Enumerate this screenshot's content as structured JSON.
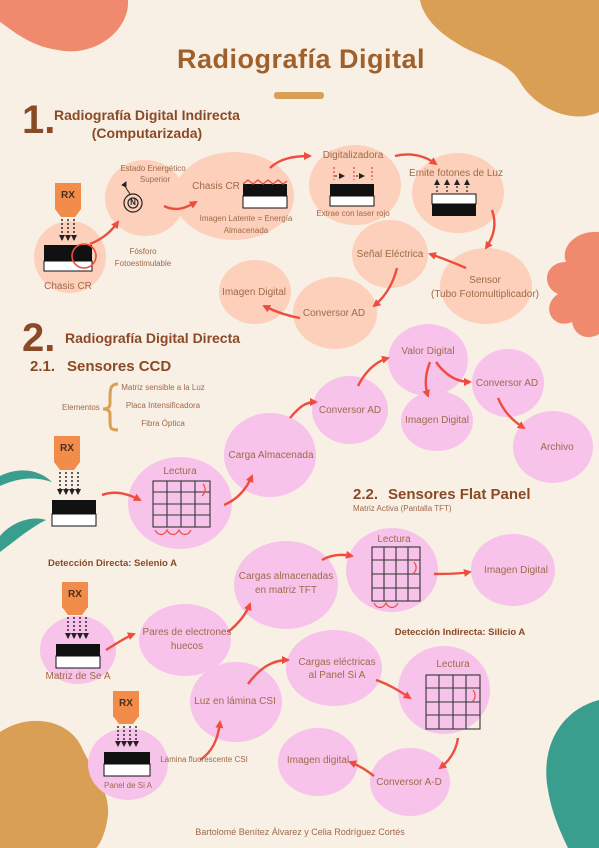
{
  "title": "Radiografía Digital",
  "section1": {
    "number": "1.",
    "heading_line1": "Radiografía Digital Indirecta",
    "heading_line2": "(Computarizada)",
    "rx": "RX",
    "chasis_cr_label": "Chasis CR",
    "estado_energetico": "Estado Energético",
    "superior": "Superior",
    "n_symbol": "N",
    "fosforo": "Fósforo",
    "fotoestimulable": "Fotoestimulable",
    "chasis_cr_node": "Chasis CR",
    "imagen_latente": "Imagen Latente = Energía",
    "almacenada": "Almacenada",
    "digitalizadora": "Digitalizadora",
    "extrae": "Extrae con laser rojo",
    "emite": "Emite fotones de Luz",
    "senal": "Señal Eléctrica",
    "sensor": "Sensor",
    "tubo": "(Tubo Fotomultiplicador)",
    "conversor": "Conversor AD",
    "imagen_digital": "Imagen Digital"
  },
  "section2": {
    "number": "2.",
    "heading": "Radiografía Digital Directa",
    "ccd": {
      "number": "2.1.",
      "heading": "Sensores CCD",
      "elementos": "Elementos",
      "items": [
        "Matriz sensible a la Luz",
        "Placa Intensificadora",
        "Fibra Óptica"
      ],
      "rx": "RX",
      "lectura": "Lectura",
      "carga": "Carga Almacenada",
      "conversor": "Conversor AD",
      "valor": "Valor Digital",
      "imagen": "Imagen Digital",
      "conversor2": "Conversor AD",
      "archivo": "Archivo"
    },
    "flat": {
      "number": "2.2.",
      "heading": "Sensores Flat Panel",
      "subtitle": "Matriz Activa (Pantalla TFT)",
      "deteccion_directa": "Detección Directa: Selenio A",
      "rx": "RX",
      "matriz_se": "Matriz de Se A",
      "pares_1": "Pares de electrones",
      "pares_2": "huecos",
      "cargas_1": "Cargas almacenadas",
      "cargas_2": "en matriz TFT",
      "lectura": "Lectura",
      "imagen": "Imagen Digital",
      "deteccion_indirecta": "Detección Indirecta: Silicio A",
      "rx2": "RX",
      "panel_si": "Panel de Si A",
      "lamina": "Lámina fluorescente CSI",
      "luz": "Luz en lámina CSI",
      "cargas_elec_1": "Cargas eléctricas",
      "cargas_elec_2": "al Panel Si A",
      "lectura2": "Lectura",
      "conversor": "Conversor A-D",
      "imagen2": "Imagen digital"
    }
  },
  "footer": "Bartolomé Benítez Álvarez y Celia Rodríguez Cortés",
  "colors": {
    "background": "#f8efe5",
    "peach": "#fcd0bb",
    "pink": "#f7c3ea",
    "arrow": "#ee4d3e",
    "rx_orange": "#f28c4a",
    "text_brown": "#a06a4a",
    "heading_brown": "#8a4a26",
    "title_brown": "#a0602c",
    "deco_orange": "#f08a6e",
    "deco_gold": "#d9a055",
    "deco_teal": "#3a9e8e"
  }
}
